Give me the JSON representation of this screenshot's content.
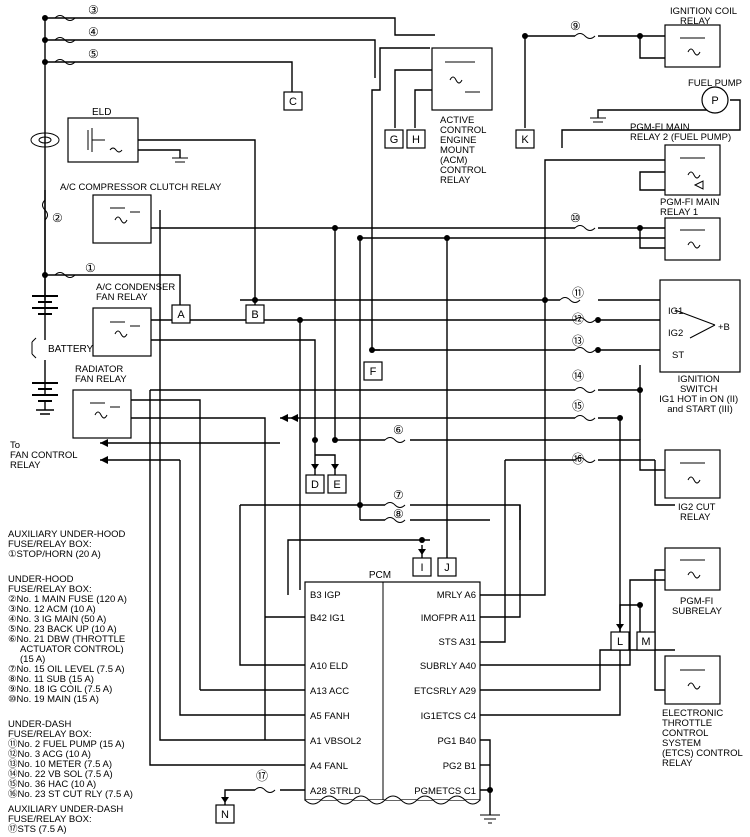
{
  "diagram": {
    "relays": {
      "ignition_coil": [
        "IGNITION COIL",
        "RELAY"
      ],
      "fuel_pump": "FUEL PUMP",
      "fuel_pump_symbol": "P",
      "pgm_fi_main_2": [
        "PGM-FI MAIN",
        "RELAY 2 (FUEL PUMP)"
      ],
      "pgm_fi_main_1": [
        "PGM-FI MAIN",
        "RELAY 1"
      ],
      "acm": [
        "ACTIVE",
        "CONTROL",
        "ENGINE",
        "MOUNT",
        "(ACM)",
        "CONTROL",
        "RELAY"
      ],
      "eld": "ELD",
      "ac_compressor": "A/C COMPRESSOR CLUTCH RELAY",
      "ac_condenser": [
        "A/C CONDENSER",
        "FAN RELAY"
      ],
      "battery": "BATTERY",
      "radiator_fan": [
        "RADIATOR",
        "FAN RELAY"
      ],
      "fan_control": [
        "To",
        "FAN CONTROL",
        "RELAY"
      ],
      "ignition_switch": [
        "IGNITION",
        "SWITCH",
        "IG1 HOT in ON (II)",
        "and START (III)"
      ],
      "ig2_cut": [
        "IG2 CUT",
        "RELAY"
      ],
      "pgm_fi_sub": [
        "PGM-FI",
        "SUBRELAY"
      ],
      "etcs": [
        "ELECTRONIC",
        "THROTTLE",
        "CONTROL",
        "SYSTEM",
        "(ETCS) CONTROL",
        "RELAY"
      ]
    },
    "switch_terminals": {
      "ig1": "IG1",
      "ig2": "IG2",
      "st": "ST",
      "b": "+B"
    },
    "connectors": [
      "A",
      "B",
      "C",
      "D",
      "E",
      "F",
      "G",
      "H",
      "I",
      "J",
      "K",
      "L",
      "M",
      "N"
    ],
    "fuse_numbers": [
      "①",
      "②",
      "③",
      "④",
      "⑤",
      "⑥",
      "⑦",
      "⑧",
      "⑨",
      "⑩",
      "⑪",
      "⑫",
      "⑬",
      "⑭",
      "⑮",
      "⑯",
      "⑰"
    ],
    "pcm": {
      "title": "PCM",
      "left_pins": [
        "B3 IGP",
        "B42 IG1",
        "A10 ELD",
        "A13 ACC",
        "A5 FANH",
        "A1 VBSOL2",
        "A4 FANL",
        "A28 STRLD"
      ],
      "right_pins": [
        "MRLY A6",
        "IMOFPR A11",
        "STS A31",
        "SUBRLY A40",
        "ETCSRLY A29",
        "IG1ETCS C4",
        "PG1 B40",
        "PG2 B1",
        "PGMETCS C1"
      ]
    },
    "legend": [
      {
        "title": [
          "AUXILIARY UNDER-HOOD",
          "FUSE/RELAY BOX:"
        ],
        "items": [
          "①STOP/HORN (20 A)"
        ]
      },
      {
        "title": [
          "UNDER-HOOD",
          "FUSE/RELAY BOX:"
        ],
        "items": [
          "②No. 1 MAIN FUSE (120 A)",
          "③No. 12 ACM (10 A)",
          "④No. 3 IG MAIN (50 A)",
          "⑤No. 23 BACK UP (10 A)",
          "⑥No. 21 DBW (THROTTLE",
          "ACTUATOR CONTROL)",
          "(15 A)",
          "⑦No. 15 OIL LEVEL (7.5 A)",
          "⑧No. 11 SUB (15 A)",
          "⑨No. 18 IG COIL (7.5 A)",
          "⑩No. 19 MAIN (15 A)"
        ]
      },
      {
        "title": [
          "UNDER-DASH",
          "FUSE/RELAY BOX:"
        ],
        "items": [
          "⑪No. 2 FUEL PUMP (15 A)",
          "⑫No. 3 ACG (10 A)",
          "⑬No. 10 METER (7.5 A)",
          "⑭No. 22 VB SOL (7.5 A)",
          "⑮No. 36 HAC (10 A)",
          "⑯No. 23 ST CUT RLY (7.5 A)"
        ]
      },
      {
        "title": [
          "AUXILIARY UNDER-DASH",
          "FUSE/RELAY BOX:"
        ],
        "items": [
          "⑰STS (7.5 A)"
        ]
      }
    ]
  }
}
